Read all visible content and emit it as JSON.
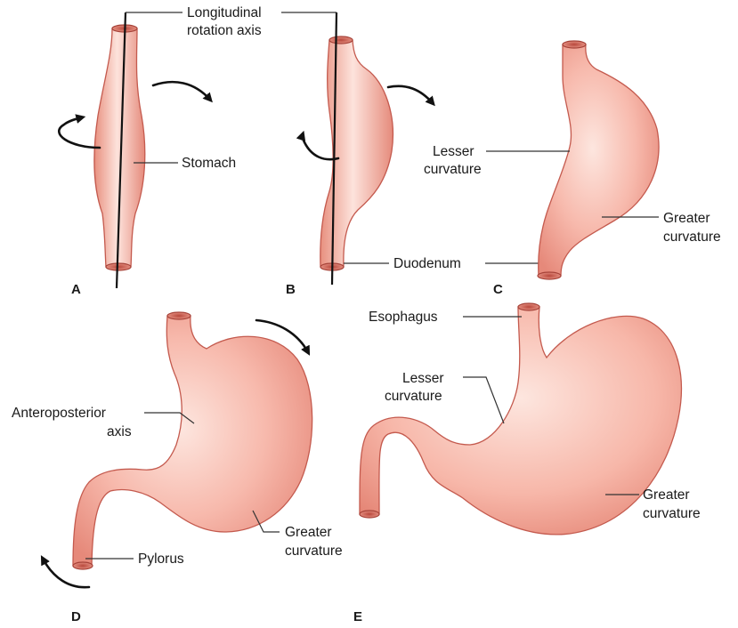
{
  "labels": {
    "axis_line1": "Longitudinal",
    "axis_line2": "rotation axis",
    "stomach": "Stomach",
    "lesser_c_1": "Lesser",
    "lesser_c_2": "curvature",
    "greater_c_1": "Greater",
    "greater_c_2": "curvature",
    "duodenum": "Duodenum",
    "ap_axis_1": "Anteroposterior",
    "ap_axis_2": "axis",
    "pylorus": "Pylorus",
    "greater_d_1": "Greater",
    "greater_d_2": "curvature",
    "esophagus": "Esophagus",
    "lesser_e_1": "Lesser",
    "lesser_e_2": "curvature",
    "greater_e_1": "Greater",
    "greater_e_2": "curvature"
  },
  "panels": [
    "A",
    "B",
    "C",
    "D",
    "E"
  ],
  "colors": {
    "tissue_light": "#fde2dc",
    "tissue_mid": "#f6b3a6",
    "tissue_dark": "#e58a7b",
    "rim": "#c0574b",
    "ink": "#111111"
  }
}
